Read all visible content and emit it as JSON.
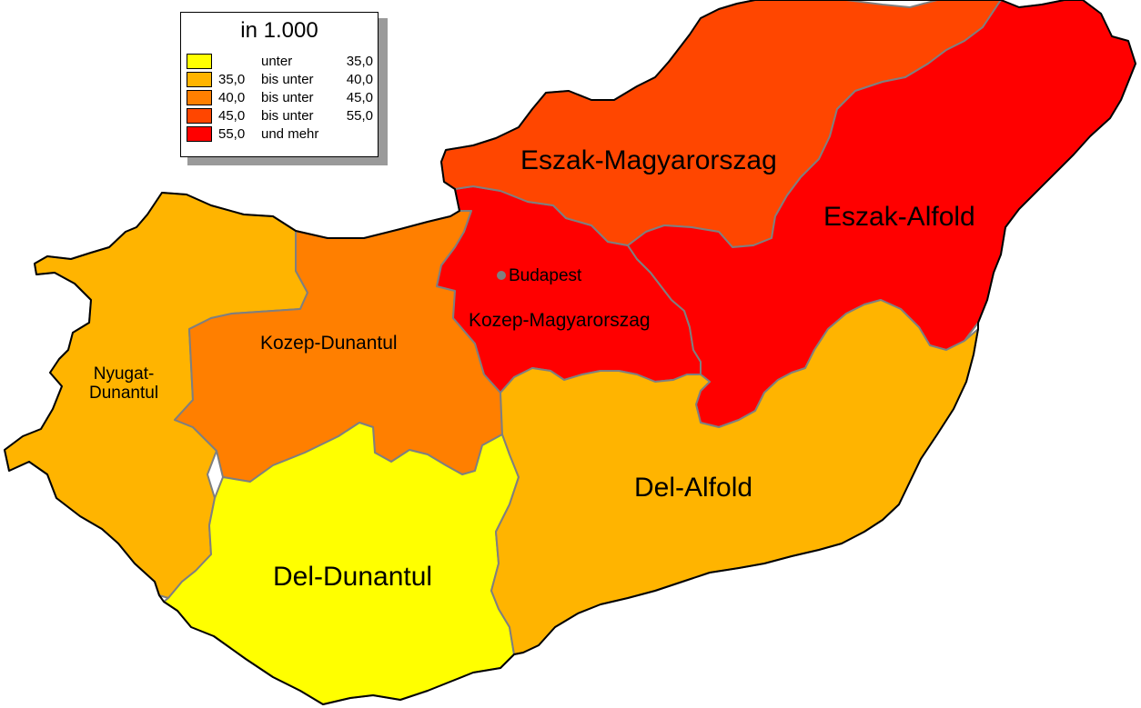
{
  "colors": {
    "c1": "#ffff00",
    "c2": "#ffb400",
    "c3": "#ff7f00",
    "c4": "#ff4600",
    "c5": "#ff0000",
    "capital": "#7f7f7f"
  },
  "legend": {
    "title": "in 1.000",
    "rows": [
      {
        "from": "",
        "mid": "unter",
        "to": "35,0",
        "color": "#ffff00"
      },
      {
        "from": "35,0",
        "mid": "bis unter",
        "to": "40,0",
        "color": "#ffb400"
      },
      {
        "from": "40,0",
        "mid": "bis unter",
        "to": "45,0",
        "color": "#ff7f00"
      },
      {
        "from": "45,0",
        "mid": "bis unter",
        "to": "55,0",
        "color": "#ff4600"
      },
      {
        "from": "55,0",
        "mid": "und mehr",
        "to": "",
        "color": "#ff0000"
      }
    ]
  },
  "regions": {
    "eszak_magyarorszag": {
      "label": "Eszak-Magyarorszag",
      "color": "#ff4600"
    },
    "eszak_alfold": {
      "label": "Eszak-Alfold",
      "color": "#ff0000"
    },
    "kozep_magyarorszag": {
      "label": "Kozep-Magyarorszag",
      "color": "#ff0000"
    },
    "kozep_dunantul": {
      "label": "Kozep-Dunantul",
      "color": "#ff7f00"
    },
    "nyugat_dunantul": {
      "label_line1": "Nyugat-",
      "label_line2": "Dunantul",
      "color": "#ffb400"
    },
    "del_dunantul": {
      "label": "Del-Dunantul",
      "color": "#ffff00"
    },
    "del_alfold": {
      "label": "Del-Alfold",
      "color": "#ffb400"
    }
  },
  "capital": {
    "label": "Budapest"
  }
}
